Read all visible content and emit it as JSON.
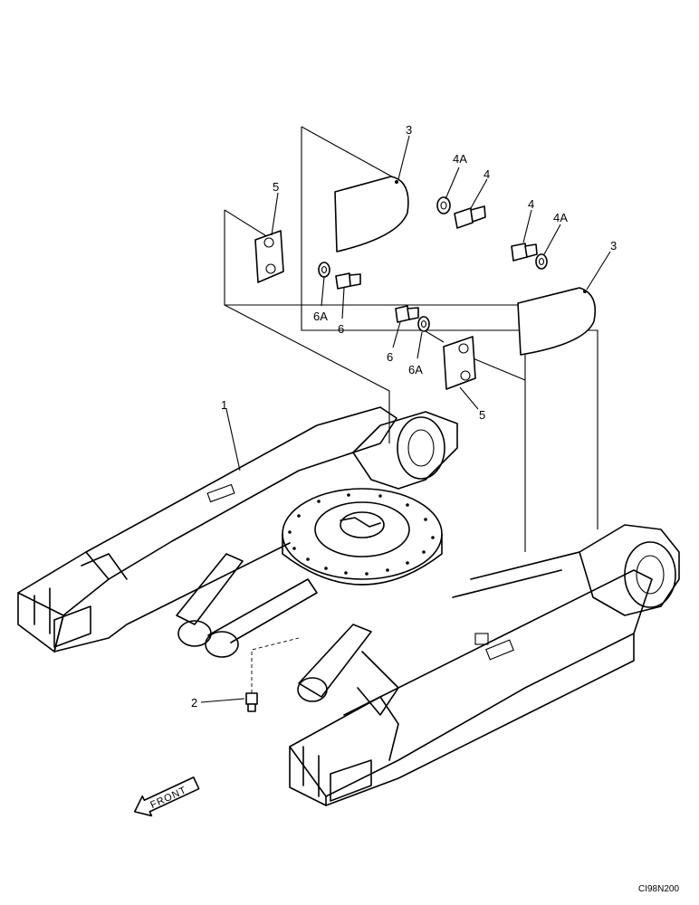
{
  "labels": {
    "frame": "1",
    "fitting": "2",
    "cover_left": "3",
    "cover_right": "3",
    "washer_upper": "4A",
    "bolt_upper": "4",
    "bolt_right": "4",
    "washer_right": "4A",
    "bracket_upper": "5",
    "bracket_lower": "5",
    "washer_left_lower": "6A",
    "bolt_left_lower": "6",
    "bolt_mid": "6",
    "washer_mid": "6A"
  },
  "front_label": "FRONT",
  "drawing_code": "CI98N200"
}
